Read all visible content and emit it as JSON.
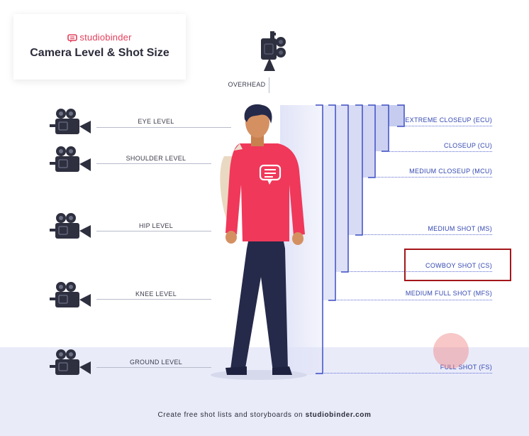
{
  "card": {
    "brand": "studiobinder",
    "title": "Camera Level & Shot Size"
  },
  "overhead_label": "OVERHEAD",
  "levels": {
    "eye": "EYE LEVEL",
    "shoulder": "SHOULDER LEVEL",
    "hip": "HIP LEVEL",
    "knee": "KNEE LEVEL",
    "ground": "GROUND LEVEL"
  },
  "shots": {
    "ecu": "EXTREME CLOSEUP (ECU)",
    "cu": "CLOSEUP (CU)",
    "mcu": "MEDIUM CLOSEUP (MCU)",
    "ms": "MEDIUM SHOT (MS)",
    "cs": "COWBOY SHOT (CS)",
    "mfs": "MEDIUM FULL SHOT (MFS)",
    "fs": "FULL SHOT (FS)"
  },
  "footer": {
    "prefix": "Create free shot lists and storyboards on ",
    "link": "studiobinder.com"
  },
  "colors": {
    "accent": "#e4405c",
    "shirt": "#f0385a",
    "pants": "#252a4a",
    "shot_blue": "#3347b0",
    "highlight": "#a4161a",
    "floor": "#e9ebf9"
  },
  "icons": [
    "studiobinder-logo-icon",
    "overhead-camera-icon",
    "movie-camera-icon",
    "chat-bubble-icon"
  ]
}
